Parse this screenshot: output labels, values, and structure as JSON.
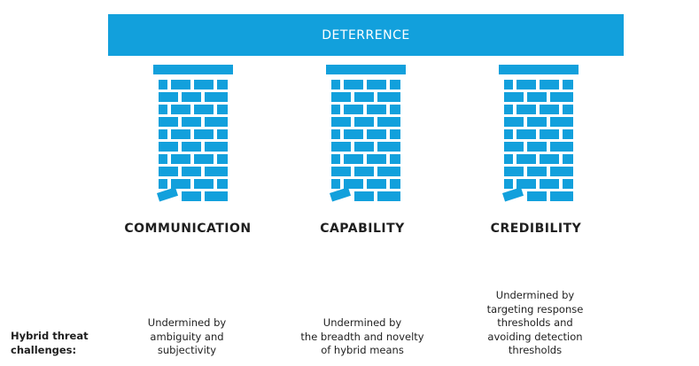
{
  "banner": {
    "label": "DETERRENCE",
    "color": "#12a0dc"
  },
  "pillars": [
    {
      "label": "COMMUNICATION",
      "description": "Undermined by\nambiguity and\nsubjectivity"
    },
    {
      "label": "CAPABILITY",
      "description": "Undermined by\nthe breadth and novelty\nof hybrid means"
    },
    {
      "label": "CREDIBILITY",
      "description": "Undermined by\ntargeting response\nthresholds and\navoiding detection\nthresholds"
    }
  ],
  "challenges_label": "Hybrid threat\nchallenges:",
  "brick_color": "#12a0dc"
}
